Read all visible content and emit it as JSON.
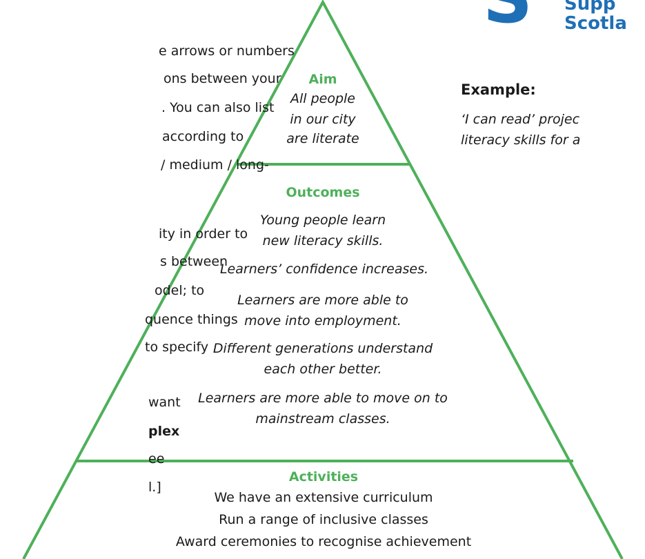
{
  "left_text": [
    "e arrows or numbers",
    "ons between your",
    ". You can also list",
    "according to",
    "/ medium / long-",
    "ity in order to",
    "s between",
    "odel; to",
    "quence things",
    "to specify",
    "want",
    "plex",
    "ee",
    "l.]"
  ],
  "logo": {
    "mark": "S",
    "line1": "Supp",
    "line2": "Scotla"
  },
  "example": {
    "heading": "Example:",
    "line1": "‘I can read’ projec",
    "line2": "literacy skills for a"
  },
  "pyramid": {
    "aim": {
      "heading": "Aim",
      "lines": [
        "All people",
        "in our city",
        "are literate"
      ]
    },
    "outcomes": {
      "heading": "Outcomes",
      "lines": [
        "Young people learn",
        "new literacy skills.",
        "Learners’ confidence increases.",
        "Learners are more able to",
        "move into employment.",
        "Different generations understand",
        "each other better.",
        "Learners are more able to move on to",
        "mainstream classes."
      ]
    },
    "activities": {
      "heading": "Activities",
      "lines": [
        "We have an extensive curriculum",
        "Run a range of inclusive classes",
        "Award ceremonies to recognise achievement"
      ]
    }
  },
  "colors": {
    "pyramid_stroke": "#4eb05a",
    "heading_green": "#4eb05a",
    "logo_blue": "#1f6fb6"
  }
}
